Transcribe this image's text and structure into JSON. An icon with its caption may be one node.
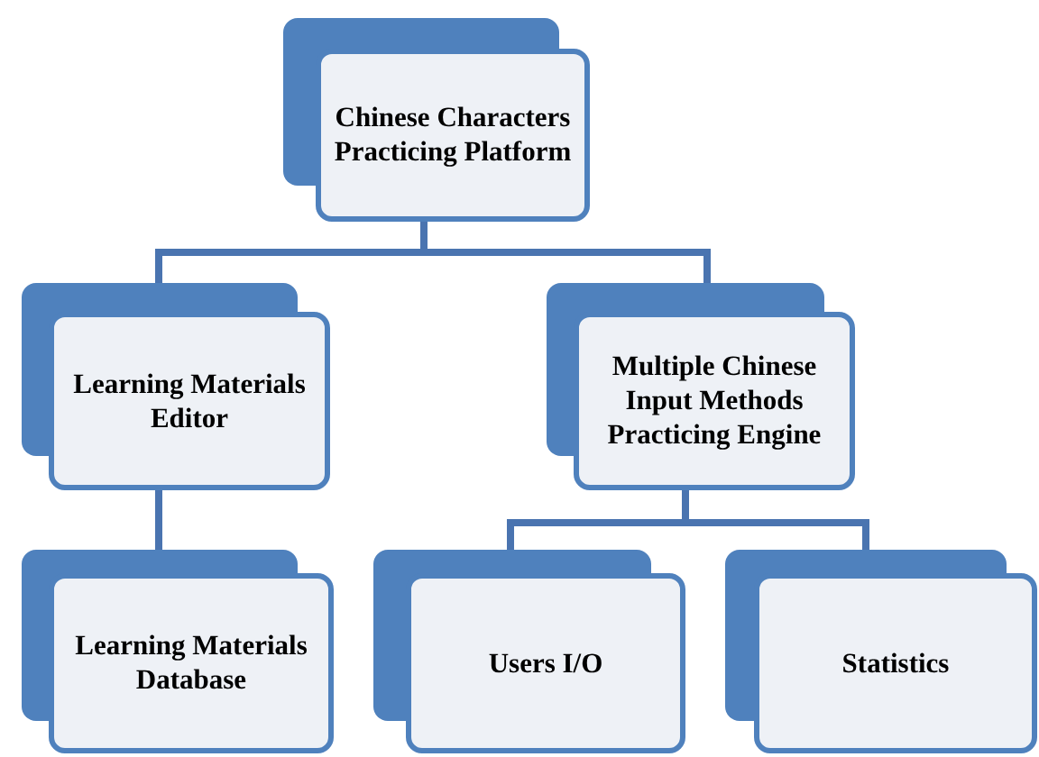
{
  "diagram": {
    "nodes": [
      {
        "text": [
          "Chinese Characters Practicing Platform"
        ]
      },
      {
        "text": [
          "Learning Materials Editor"
        ]
      },
      {
        "text": [
          "Multiple Chinese Input Methods Practicing Engine"
        ]
      },
      {
        "text": [
          "Learning Materials Database"
        ]
      },
      {
        "text": [
          "Users I/O"
        ]
      },
      {
        "text": [
          "Statistics"
        ]
      }
    ],
    "edges": [
      {
        "from": 0,
        "to": 1,
        "arrow": "none"
      },
      {
        "from": 0,
        "to": 2,
        "arrow": "none"
      },
      {
        "from": 1,
        "to": 3,
        "arrow": "none"
      },
      {
        "from": 2,
        "to": 4,
        "arrow": "none"
      },
      {
        "from": 2,
        "to": 5,
        "arrow": "none"
      }
    ]
  }
}
